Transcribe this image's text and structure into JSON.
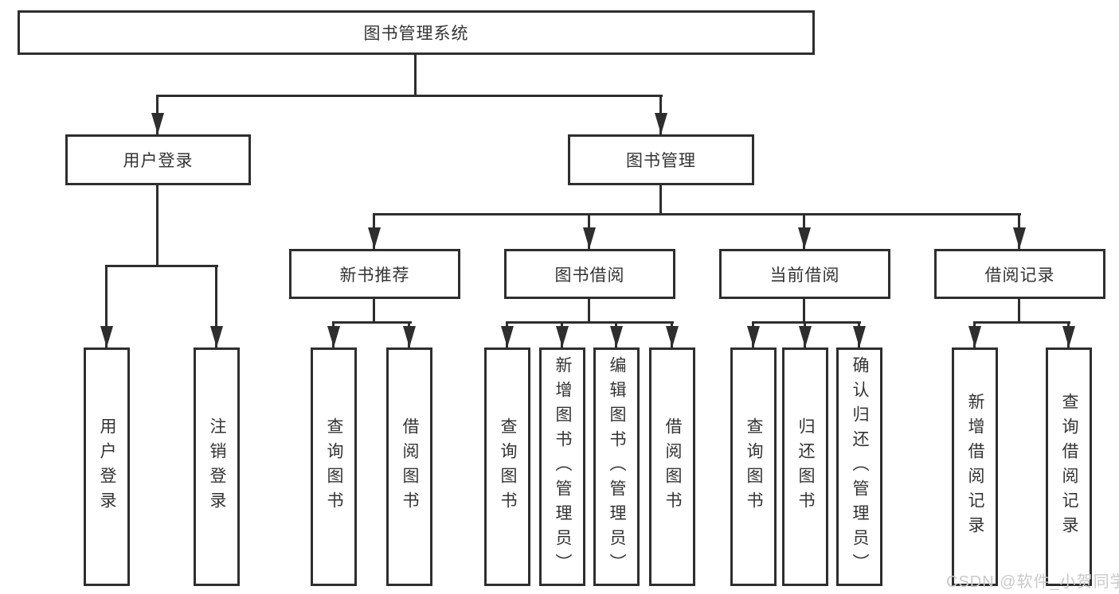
{
  "diagram": {
    "root": "图书管理系统",
    "level2": [
      "用户登录",
      "图书管理"
    ],
    "level3": [
      "新书推荐",
      "图书借阅",
      "当前借阅",
      "借阅记录"
    ],
    "leaves": {
      "user_login": [
        "用户登录",
        "注销登录"
      ],
      "new_book": [
        "查询图书",
        "借阅图书"
      ],
      "book_borrow": [
        "查询图书",
        "新增图书（管理员）",
        "编辑图书（管理员）",
        "借阅图书"
      ],
      "current_borrow": [
        "查询图书",
        "归还图书",
        "确认归还（管理员）"
      ],
      "records": [
        "新增借阅记录",
        "查询借阅记录"
      ]
    }
  },
  "watermark": {
    "text": "CSDN @软件_小贺同学"
  },
  "colors": {
    "line": "#2e2e2e",
    "text": "#333333",
    "background": "#ffffff",
    "watermark": "#c9c9c9"
  }
}
